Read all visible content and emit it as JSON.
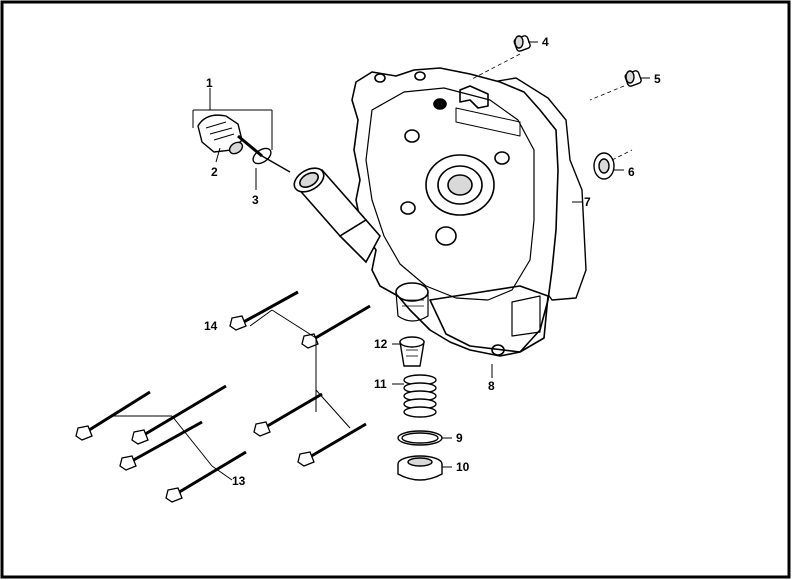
{
  "colors": {
    "line": "#000000",
    "background": "#ffffff",
    "shade": "#d9d9d9"
  },
  "parts": [
    {
      "id": "part-1",
      "number": "1"
    },
    {
      "id": "part-2",
      "number": "2"
    },
    {
      "id": "part-3",
      "number": "3"
    },
    {
      "id": "part-4",
      "number": "4"
    },
    {
      "id": "part-5",
      "number": "5"
    },
    {
      "id": "part-6",
      "number": "6"
    },
    {
      "id": "part-7",
      "number": "7"
    },
    {
      "id": "part-8",
      "number": "8"
    },
    {
      "id": "part-9",
      "number": "9"
    },
    {
      "id": "part-10",
      "number": "10"
    },
    {
      "id": "part-11",
      "number": "11"
    },
    {
      "id": "part-12",
      "number": "12"
    },
    {
      "id": "part-13",
      "number": "13"
    },
    {
      "id": "part-14",
      "number": "14"
    }
  ]
}
